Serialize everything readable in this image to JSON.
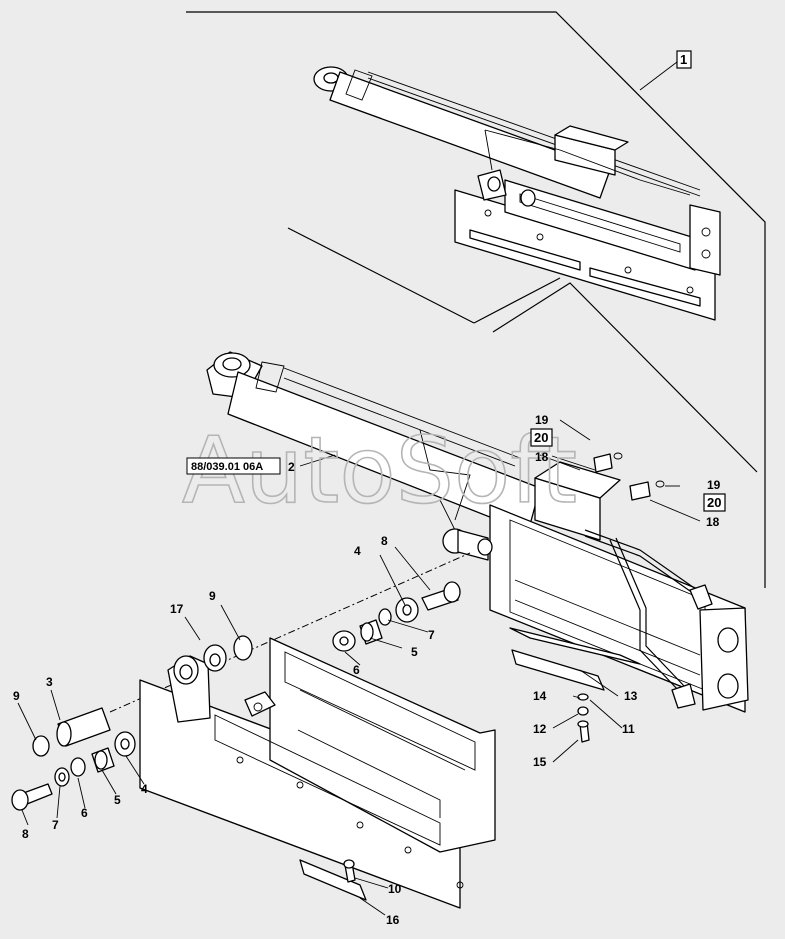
{
  "diagram": {
    "reference_code": "88/039.01 06A",
    "watermark": "AutoSoft",
    "callouts": {
      "c1": "1",
      "c2": "2",
      "c3": "3",
      "c4a": "4",
      "c4b": "4",
      "c5a": "5",
      "c5b": "5",
      "c6a": "6",
      "c6b": "6",
      "c7a": "7",
      "c7b": "7",
      "c8a": "8",
      "c8b": "8",
      "c9a": "9",
      "c9b": "9",
      "c10": "10",
      "c11": "11",
      "c12": "12",
      "c13": "13",
      "c14": "14",
      "c15": "15",
      "c16": "16",
      "c17": "17",
      "c18a": "18",
      "c18b": "18",
      "c19a": "19",
      "c19b": "19",
      "c20a": "20",
      "c20b": "20"
    }
  }
}
